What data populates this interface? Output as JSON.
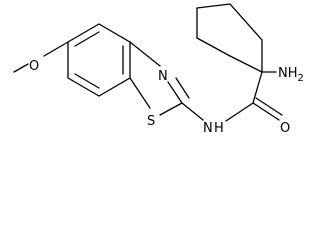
{
  "diagram": {
    "type": "chemical-structure",
    "atoms": {
      "oxygen_methoxy": "O",
      "nitrogen_thiazole": "N",
      "sulfur_thiazole": "S",
      "amide_nh": "N",
      "amide_h": "H",
      "amide_oxygen": "O",
      "amine_nh": "NH",
      "amine_sub": "2"
    },
    "colors": {
      "bond": "#000000",
      "label": "#000000",
      "background": "#ffffff"
    }
  }
}
